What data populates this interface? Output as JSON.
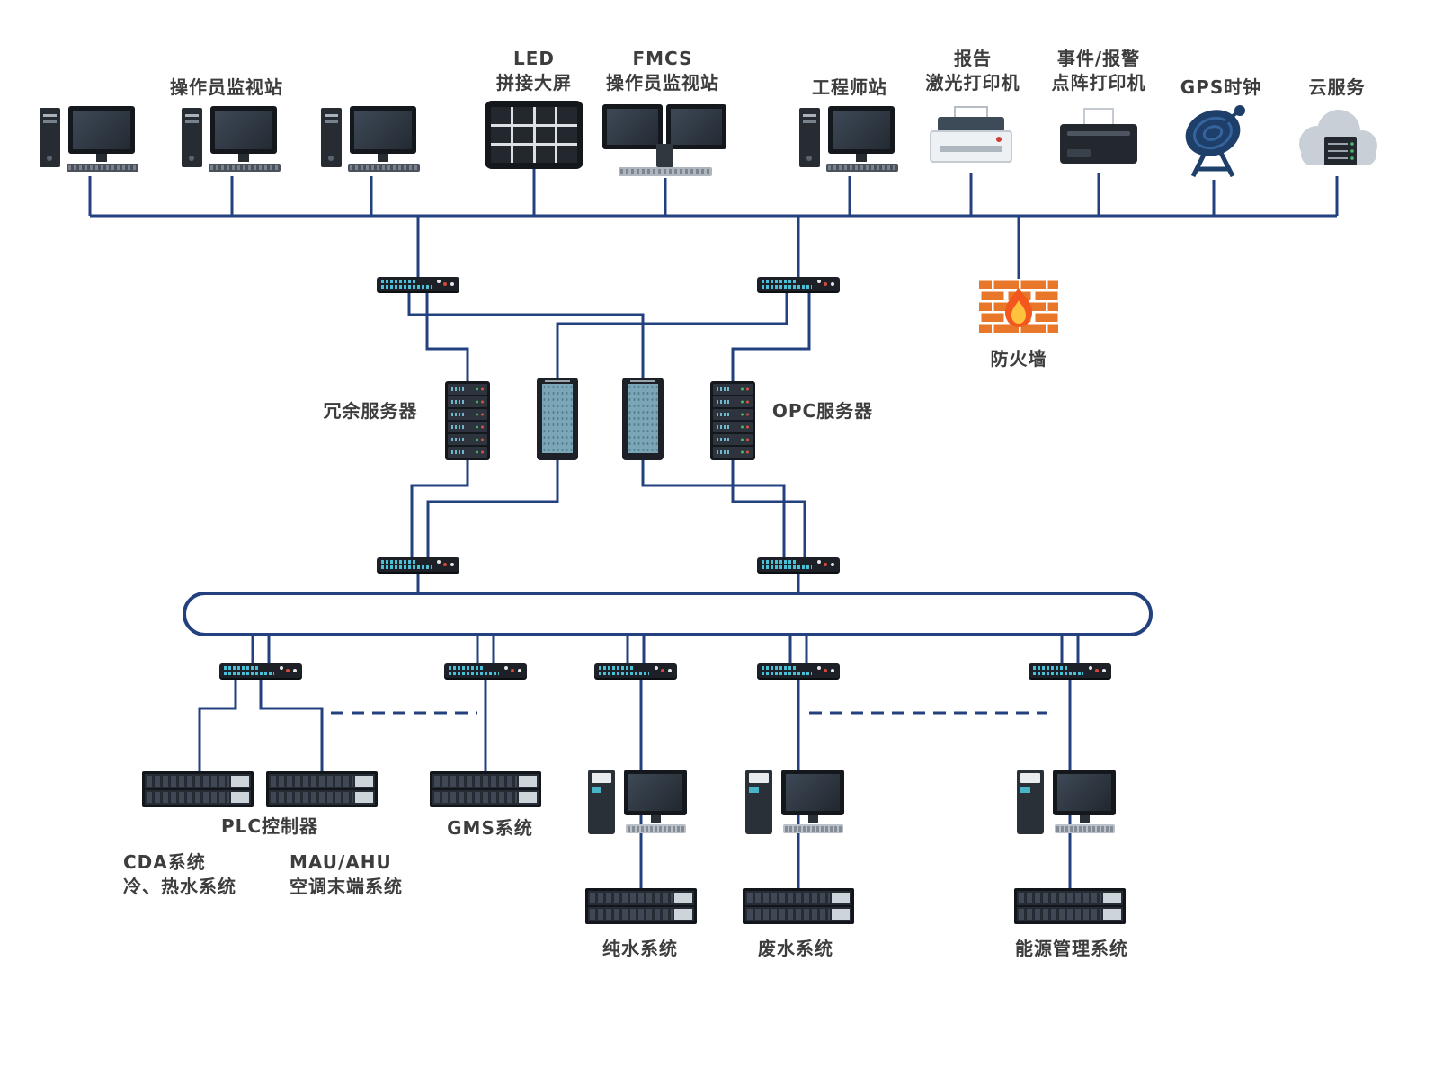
{
  "colors": {
    "line": "#23407f",
    "label_text": "#3d3d3d",
    "firewall_brick": "#e8772a",
    "flame": "#f2571d"
  },
  "labels": {
    "operator_station": "操作员监视站",
    "led_wall": "LED\n拼接大屏",
    "fmcs_station": "FMCS\n操作员监视站",
    "engineer_station": "工程师站",
    "report_printer": "报告\n激光打印机",
    "event_printer": "事件/报警\n点阵打印机",
    "gps_clock": "GPS时钟",
    "cloud_service": "云服务",
    "firewall": "防火墙",
    "redundant_server": "冗余服务器",
    "opc_server": "OPC服务器",
    "plc_controller": "PLC控制器",
    "gms_system": "GMS系统",
    "cda_system": "CDA系统\n冷、热水系统",
    "mau_ahu": "MAU/AHU\n空调末端系统",
    "pure_water": "纯水系统",
    "waste_water": "废水系统",
    "energy_management": "能源管理系统"
  }
}
